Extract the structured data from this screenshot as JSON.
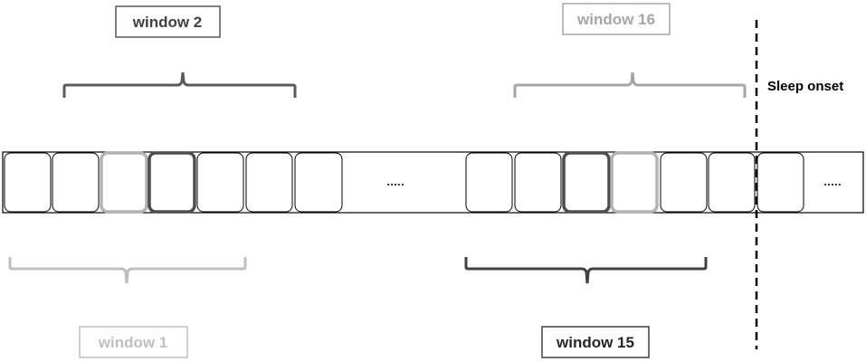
{
  "diagram": {
    "windows": [
      {
        "label": "window 2",
        "color": "#595959",
        "text_color": "#404040"
      },
      {
        "label": "window 16",
        "color": "#a6a6a6",
        "text_color": "#a6a6a6"
      },
      {
        "label": "window 1",
        "color": "#bfbfbf",
        "text_color": "#bfbfbf"
      },
      {
        "label": "window 15",
        "color": "#404040",
        "text_color": "#262626"
      }
    ],
    "sleep_onset_label": "Sleep onset",
    "ellipsis_left": ".....",
    "ellipsis_right": ".....",
    "colors": {
      "cell_border": "#000000",
      "dashed_line": "#000000",
      "highlight_dark": "#4d4d4d",
      "highlight_light": "#b3b3b3"
    }
  }
}
